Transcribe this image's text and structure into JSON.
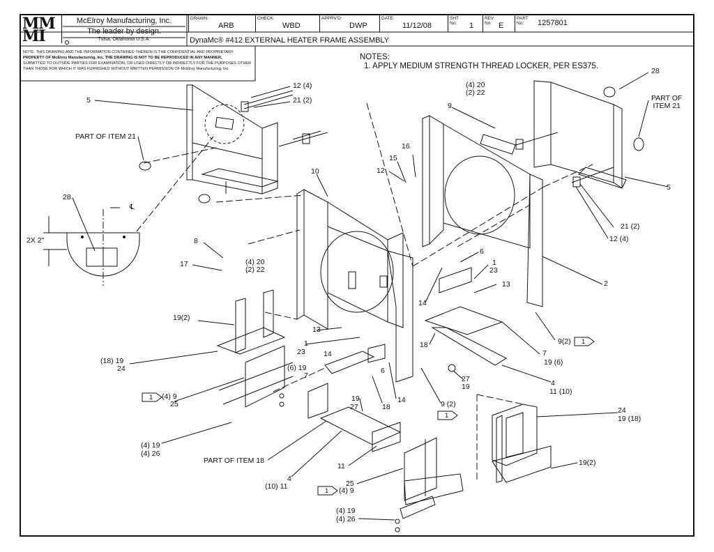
{
  "company": {
    "logo_row1": "MM",
    "logo_row2": "MI",
    "name": "McElroy Manufacturing, Inc.",
    "tagline": "The leader by design.",
    "location": "Tulsa, Oklahoma U.S.A."
  },
  "title_block": {
    "drawn_label": "DRAWN:",
    "drawn": "ARB",
    "check_label": "CHECK:",
    "check": "WBD",
    "apprvd_label": "APPRV'D:",
    "apprvd": "DWP",
    "date_label": "DATE:",
    "date": "11/12/08",
    "sht_label": "SHT No:",
    "sht": "1",
    "rev_label": "REV No:",
    "rev": "E",
    "part_label": "PART No:",
    "part": "1257801",
    "title": "DynaMc® #412 EXTERNAL HEATER FRAME ASSEMBLY"
  },
  "proprietary_note": [
    "NOTE: THIS DRAWING AND THE INFORMATION CONTAINED THEREIN IS THE CONFIDENTIAL AND PROPRIETARY",
    "PROPERTY OF McElroy Manufacturing, Inc. THE DRAWING IS NOT TO BE REPRODUCED IN ANY MANNER,",
    "SUBMITTED TO OUTSIDE PARTIES FOR EXAMINATION, OR USED DIRECTLY OR INDIRECTLY FOR THE PURPOSES OTHER",
    "THAN THOSE FOR WHICH IT WAS FURNISHED WITHOUT WRITTEN PERMISSION OF McElroy Manufacturing, Inc."
  ],
  "notes": {
    "heading": "NOTES:",
    "items": [
      "1. APPLY MEDIUM STRENGTH THREAD LOCKER, PER ES375."
    ]
  },
  "callouts": {
    "c_5_left": "5",
    "c_12_4_top": "12 (4)",
    "c_21_2_top": "21 (2)",
    "c_part21_left": "PART OF ITEM 21",
    "c_28_left": "28",
    "c_cl": "℄",
    "c_2x2": "2X 2\"",
    "c_8": "8",
    "c_17": "17",
    "c_4_20_left": "(4) 20",
    "c_2_22_left": "(2) 22",
    "c_10": "10",
    "c_12_mid": "12",
    "c_15": "15",
    "c_16": "16",
    "c_4_20_top": "(4) 20",
    "c_2_22_top": "(2) 22",
    "c_9_top": "9",
    "c_28_right": "28",
    "c_part21_right": "PART OF\nITEM 21",
    "c_5_right": "5",
    "c_21_2_right": "21 (2)",
    "c_12_4_right": "12 (4)",
    "c_2": "2",
    "c_6_top": "6",
    "c_1_top": "1",
    "c_23_top": "23",
    "c_13_right": "13",
    "c_14_left": "14",
    "c_19_2_left": "19(2)",
    "c_18_19": "(18) 19",
    "c_24_left": "24",
    "c_13_mid": "13",
    "c_1_mid": "1",
    "c_23_mid": "23",
    "c_14_mid": "14",
    "c_18_mid": "18",
    "c_6_19": "(6) 19",
    "c_7_mid": "7",
    "c_6_mid": "6",
    "c_9_2_right": "9(2)",
    "c_7_right": "7",
    "c_19_6": "19 (6)",
    "c_4_right": "4",
    "c_11_10": "11 (10)",
    "c_27_right": "27",
    "c_19_right": "19",
    "c_4_9_left": "(4) 9",
    "c_25_left": "25",
    "c_19_bottom": "19",
    "c_27_bottom": "27",
    "c_18_bottom": "18",
    "c_14_bottom": "14",
    "c_9_2_bottom": "9 (2)",
    "c_24_right": "24",
    "c_19_18": "19 (18)",
    "c_4_19_left": "(4) 19",
    "c_4_26_left": "(4) 26",
    "c_part18": "PART OF ITEM 18",
    "c_11": "11",
    "c_19_2_right": "19(2)",
    "c_4_low": "4",
    "c_10_11": "(10) 11",
    "c_25_low": "25",
    "c_4_9_low": "(4) 9",
    "c_4_19_low": "(4) 19",
    "c_4_26_low": "(4) 26"
  },
  "flags": {
    "f1": "1",
    "f2": "1",
    "f3": "1",
    "f4": "1"
  }
}
